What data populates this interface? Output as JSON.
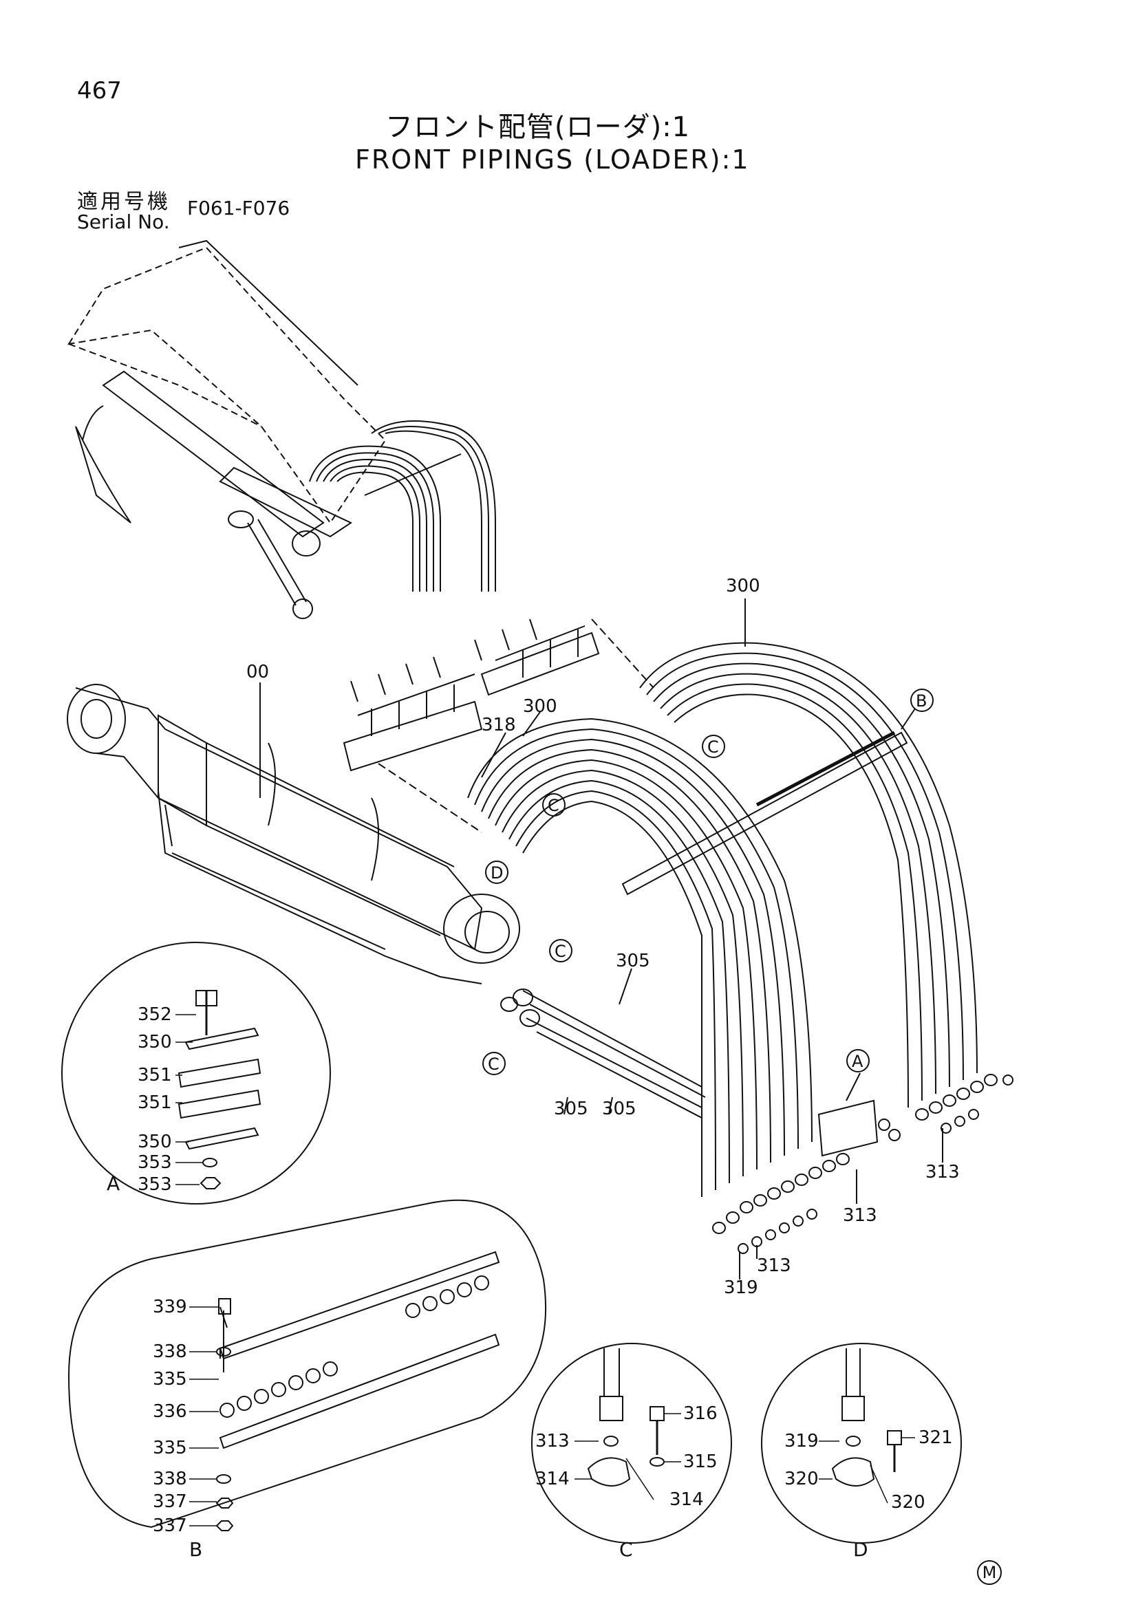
{
  "header": {
    "page_number": "467",
    "title_jp": "フロント配管(ローダ):1",
    "title_en": "FRONT PIPINGS (LOADER):1",
    "serial_label_jp": "適用号機",
    "serial_label_en": "Serial No.",
    "serial_value": "F061-F076"
  },
  "callouts": {
    "main": [
      "00",
      "300",
      "300",
      "318",
      "305",
      "305",
      "305",
      "313",
      "313",
      "313",
      "319"
    ],
    "letters": [
      "A",
      "B",
      "C",
      "C",
      "C",
      "C",
      "D"
    ],
    "detail_a": [
      "352",
      "350",
      "351",
      "351",
      "350",
      "353",
      "353"
    ],
    "detail_b": [
      "339",
      "338",
      "335",
      "336",
      "335",
      "338",
      "337",
      "337"
    ],
    "detail_c": [
      "316",
      "313",
      "315",
      "314",
      "314"
    ],
    "detail_d": [
      "319",
      "321",
      "320",
      "320"
    ]
  },
  "inset_letters": [
    "A",
    "B",
    "C",
    "D"
  ],
  "footer_mark": "M"
}
